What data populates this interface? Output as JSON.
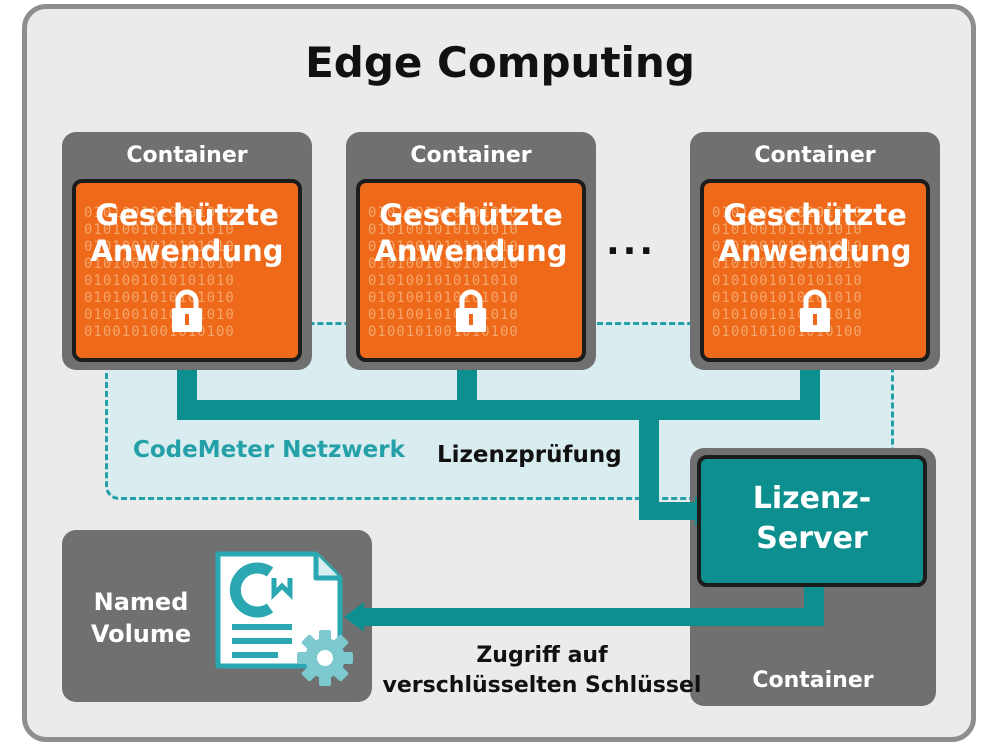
{
  "title": "Edge Computing",
  "network_label": "CodeMeter Netzwerk",
  "check_label": "Lizenzprüfung",
  "ellipsis": "...",
  "containers": [
    {
      "label": "Container",
      "app_title_line1": "Geschützte",
      "app_title_line2": "Anwendung"
    },
    {
      "label": "Container",
      "app_title_line1": "Geschützte",
      "app_title_line2": "Anwendung"
    },
    {
      "label": "Container",
      "app_title_line1": "Geschützte",
      "app_title_line2": "Anwendung"
    }
  ],
  "server": {
    "line1": "Lizenz-",
    "line2": "Server",
    "container_label": "Container"
  },
  "volume": {
    "line1": "Named",
    "line2": "Volume"
  },
  "access_label": {
    "line1": "Zugriff auf",
    "line2": "verschlüsselten Schlüssel"
  },
  "binary_text": "0101001010101010\n0101001010101010\n0101001010101010\n0101001010101010\n0101001010101010\n0101001010101010\n0101001010101010\n0100101001010100",
  "colors": {
    "teal": "#0e8f8f",
    "orange": "#ee6a1a",
    "gray": "#707070",
    "network_fill": "#d9ecef"
  }
}
